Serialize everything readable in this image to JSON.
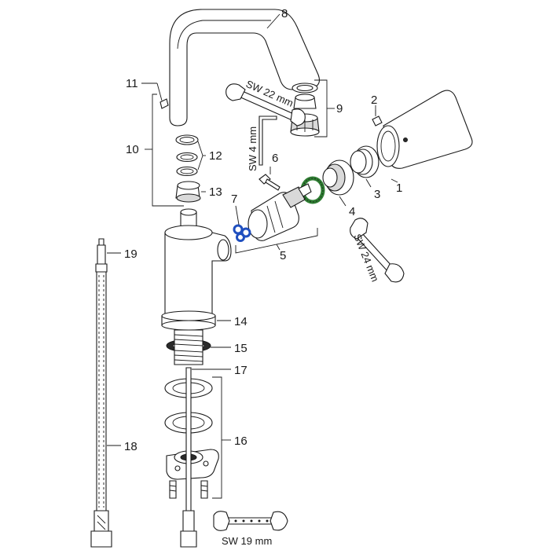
{
  "callouts": {
    "c1": "1",
    "c2": "2",
    "c3": "3",
    "c4": "4",
    "c5": "5",
    "c6": "6",
    "c7": "7",
    "c8": "8",
    "c9": "9",
    "c10": "10",
    "c11": "11",
    "c12": "12",
    "c13": "13",
    "c14": "14",
    "c15": "15",
    "c16": "16",
    "c17": "17",
    "c18": "18",
    "c19": "19"
  },
  "wrench_labels": {
    "sw22": "SW 22 mm",
    "sw4": "SW 4 mm",
    "sw24": "SW 24 mm",
    "sw19": "SW 19 mm"
  },
  "colors": {
    "line": "#1a1a1a",
    "seal_blue": "#1f4fbf",
    "seal_green": "#2e7d32"
  }
}
